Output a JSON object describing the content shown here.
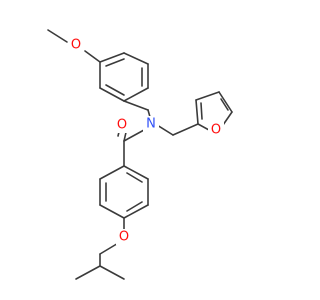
{
  "molecule": {
    "atoms": [
      {
        "id": "o_methoxy",
        "label": "O"
      },
      {
        "id": "n_amide",
        "label": "N"
      },
      {
        "id": "o_carbonyl",
        "label": "O"
      },
      {
        "id": "o_furan",
        "label": "O"
      },
      {
        "id": "o_ether",
        "label": "O"
      }
    ],
    "colors": {
      "oxygen": "#ff0d0d",
      "nitrogen": "#3050f8",
      "carbon_bond": "#3b3b3b",
      "background": "#ffffff"
    }
  }
}
